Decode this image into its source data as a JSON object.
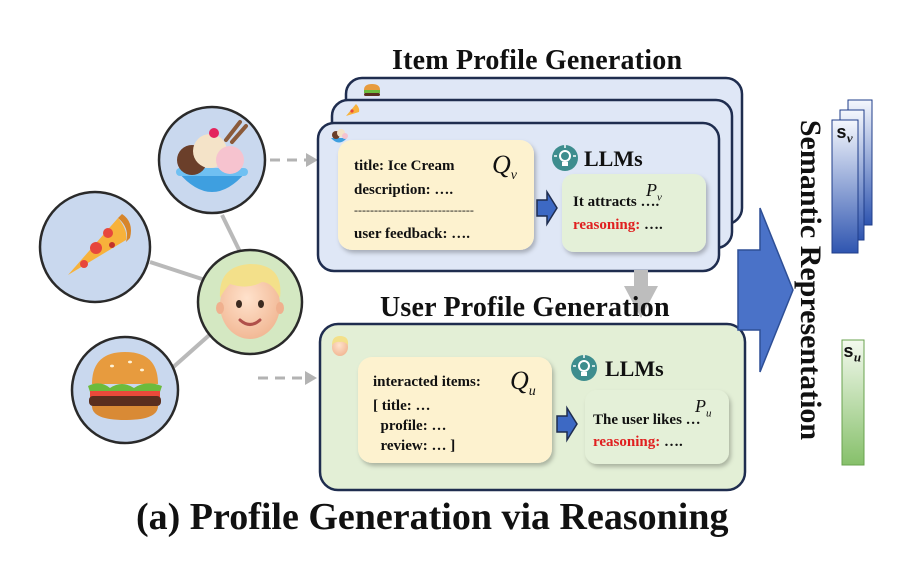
{
  "item_section": {
    "title": "Item Profile Generation",
    "prompt_lines": [
      "title: Ice Cream",
      "description: ….",
      "------------------------------",
      "user feedback: …."
    ],
    "query_symbol": "Q",
    "query_sub": "v",
    "llm_label": "LLMs",
    "output_line1": "It attracts ….",
    "output_reason_label": "reasoning:",
    "output_reason_value": "….",
    "profile_symbol": "P",
    "profile_sub": "v"
  },
  "user_section": {
    "title": "User Profile Generation",
    "prompt_lines": [
      "interacted items:",
      "[ title: …",
      "  profile: …",
      "  review: … ]"
    ],
    "query_symbol": "Q",
    "query_sub": "u",
    "llm_label": "LLMs",
    "output_line1": "The user likes …",
    "output_reason_label": "reasoning:",
    "output_reason_value": "….",
    "profile_symbol": "P",
    "profile_sub": "u"
  },
  "semantic": {
    "label": "Semantic Representation",
    "item_vec": "s",
    "item_vec_sub": "v",
    "user_vec": "s",
    "user_vec_sub": "u"
  },
  "caption": "(a) Profile Generation via Reasoning",
  "colors": {
    "item_panel": "#dfe7f6",
    "panel_border": "#1f2d4f",
    "user_panel": "#e3efd6",
    "prompt_box": "#fdf2cf",
    "output_box": "#e4f0d8",
    "arrow_blue": "#3d69c4",
    "red_text": "#e02020",
    "circle_fill": "#c9d8ee",
    "user_circle_fill": "#d4e8c2"
  },
  "icons": [
    "ice-cream-icon",
    "pizza-icon",
    "burger-icon",
    "user-avatar-icon",
    "lightbulb-icon"
  ]
}
